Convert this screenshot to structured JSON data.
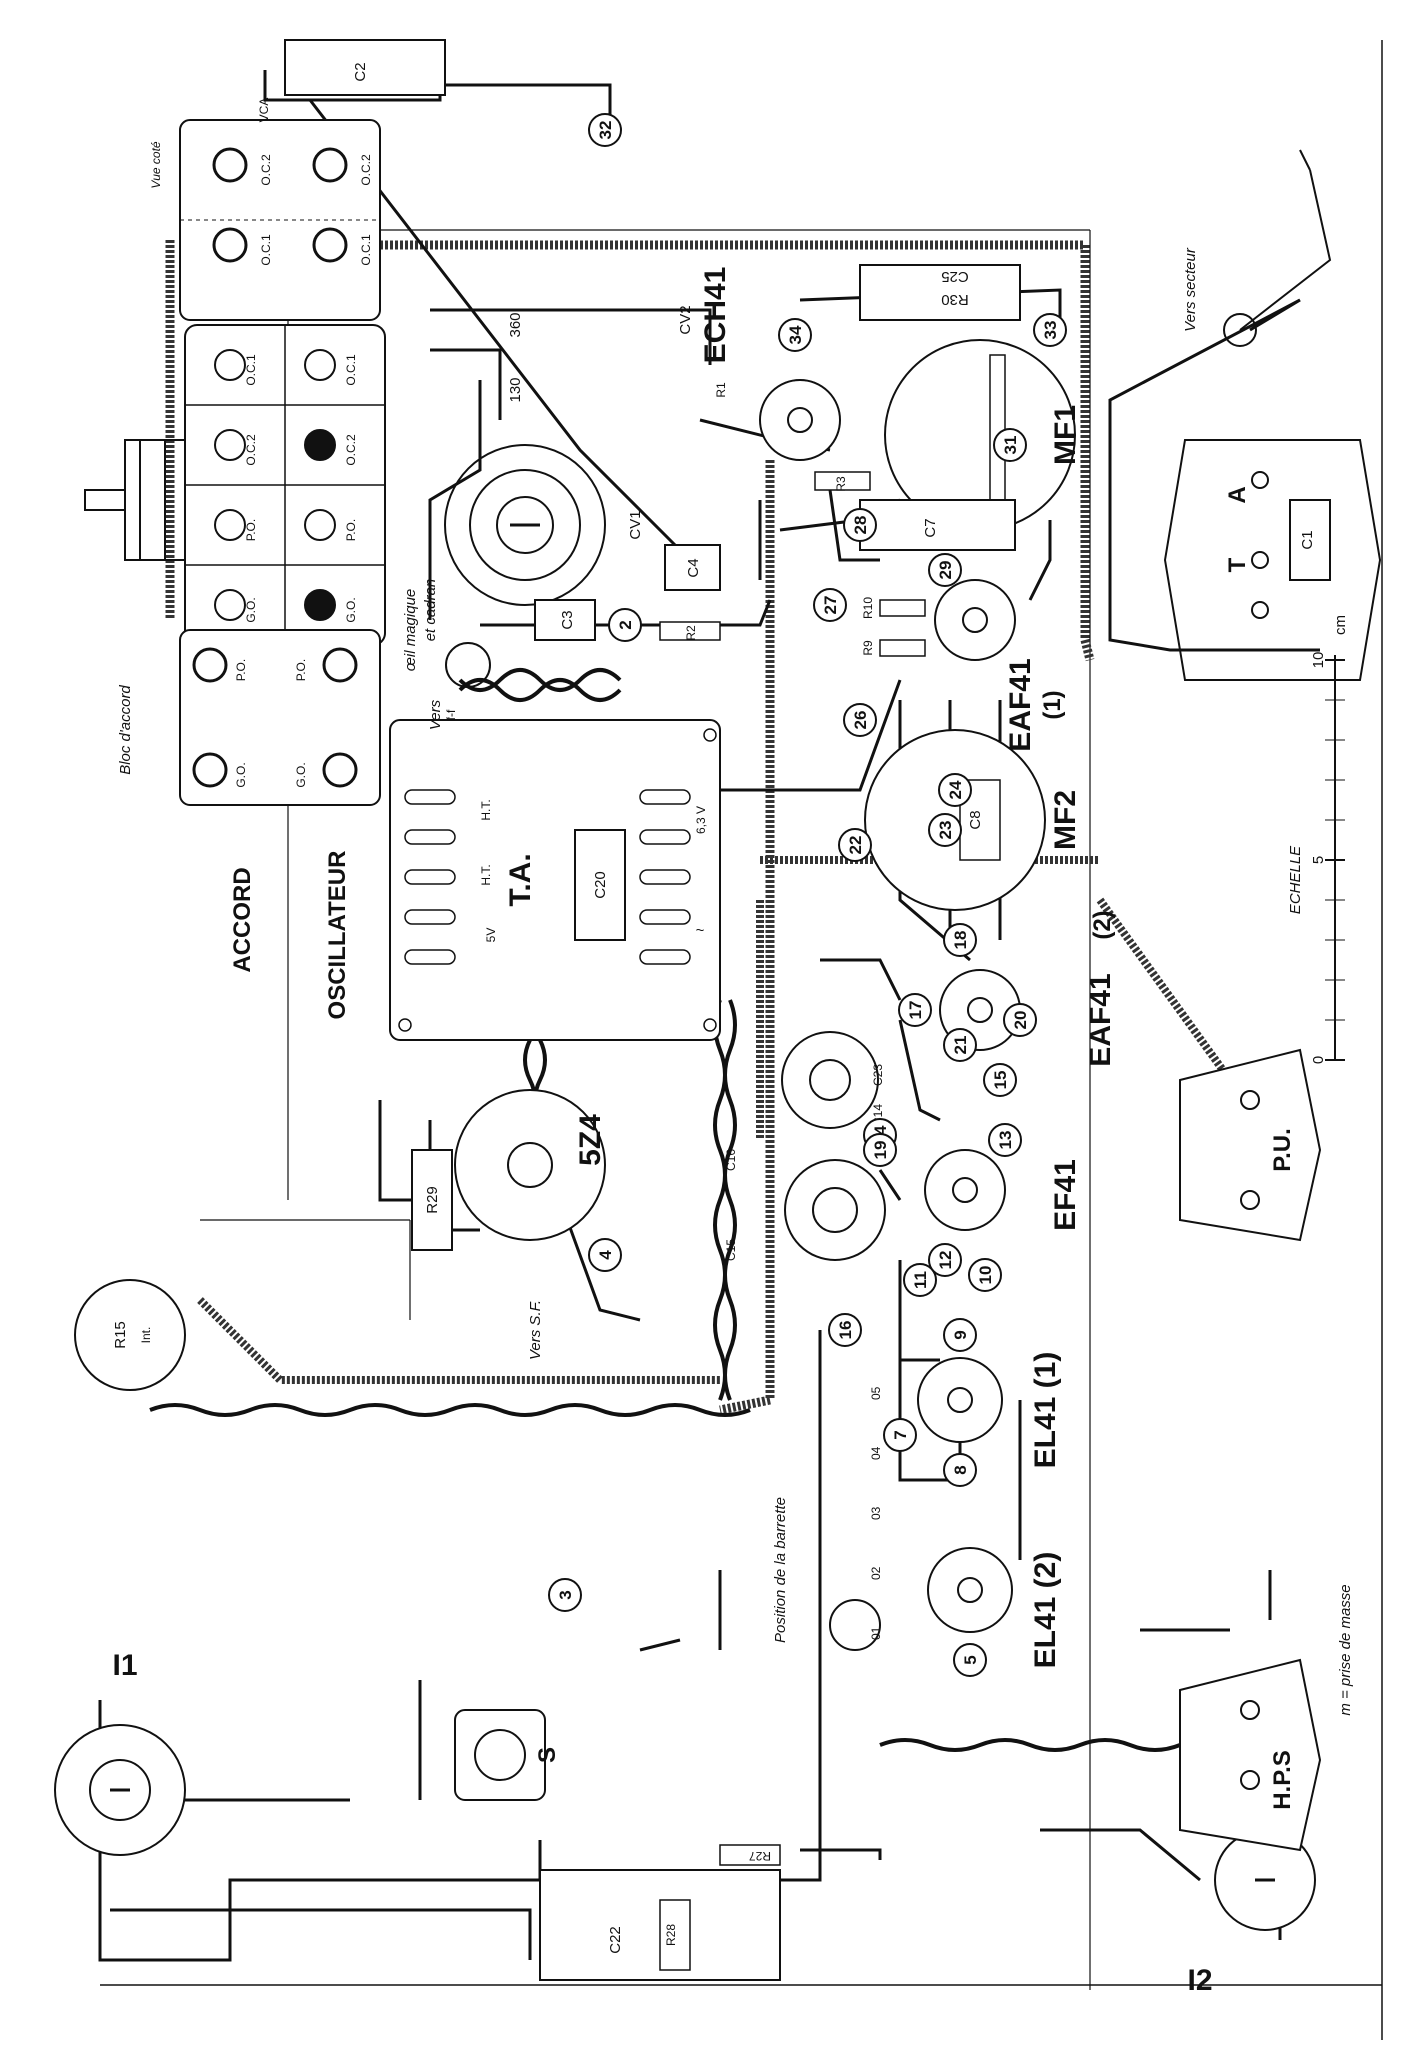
{
  "labels": {
    "bloc_accord": "Bloc d'accord",
    "vue_cote": "Vue coté",
    "accord": "ACCORD",
    "oscillateur": "OSCILLATEUR",
    "echelle": "ECHELLE",
    "cm": "cm",
    "masse_legend": "m = prise de masse",
    "position_barrette": "Position de la barrette",
    "vers_secteur": "Vers secteur",
    "vers_oeil": "Vers",
    "oeil_magique": "œil magique",
    "et_cadran": "et cadran",
    "vers_sf": "Vers S.F.",
    "vca": "VCA"
  },
  "tubes": {
    "ech41": "ECH41",
    "eaf41_1": "EAF41",
    "eaf41_1_sub": "(1)",
    "eaf41_2": "EAF41",
    "eaf41_2_sub": "(2)",
    "ef41": "EF41",
    "el41_1": "EL41 (1)",
    "el41_2": "EL41 (2)",
    "rect": "5Z4"
  },
  "transformers": {
    "mf1": "MF1",
    "mf2": "MF2",
    "ta": "T.A."
  },
  "components": {
    "c1": "C1",
    "c2": "C2",
    "c3": "C3",
    "c4": "C4",
    "c7": "C7",
    "c8": "C8",
    "c14": "C14",
    "c15": "C15",
    "c16": "C16",
    "c20": "C20",
    "c22": "C22",
    "c23": "C23",
    "c25": "C25",
    "r1": "R1",
    "r2": "R2",
    "r3": "R3",
    "r9": "R9",
    "r10": "R10",
    "r15": "R15",
    "int": "Int.",
    "r27": "R27",
    "r28": "R28",
    "r29": "R29",
    "r30": "R30",
    "cv1": "CV1",
    "cv2": "CV2",
    "i1": "I1",
    "i2": "I2",
    "s": "S",
    "pu": "P.U.",
    "hps": "H.P.S",
    "ta_plug_t": "T",
    "ta_plug_a": "A",
    "v130": "130",
    "v360": "360"
  },
  "coil_bank": {
    "rows": [
      [
        "O.C.1",
        "O.C.1"
      ],
      [
        "O.C.2",
        "O.C.2"
      ],
      [
        "P.O.",
        "P.O."
      ],
      [
        "G.O.",
        "G.O."
      ]
    ],
    "side_top": [
      "O.C.2",
      "O.C.2",
      "O.C.1",
      "O.C.1"
    ],
    "bottom": [
      "P.O.",
      "P.O.",
      "G.O.",
      "G.O."
    ]
  },
  "transformer_pins": {
    "ht1": "H.T.",
    "ht2": "H.T.",
    "v5": "5V",
    "v63": "6,3 V",
    "ff": "f-f",
    "tilde": "~"
  },
  "scale": {
    "ticks": [
      "0",
      "5",
      "10"
    ],
    "range": [
      0,
      10
    ]
  },
  "markers": [
    "2",
    "3",
    "4",
    "5",
    "7",
    "8",
    "9",
    "10",
    "11",
    "12",
    "13",
    "14",
    "15",
    "16",
    "17",
    "18",
    "19",
    "20",
    "21",
    "22",
    "23",
    "24",
    "26",
    "27",
    "28",
    "29",
    "31",
    "32",
    "33",
    "34"
  ],
  "barrette_labels": [
    "01",
    "02",
    "03",
    "04",
    "05"
  ],
  "mass": "m"
}
